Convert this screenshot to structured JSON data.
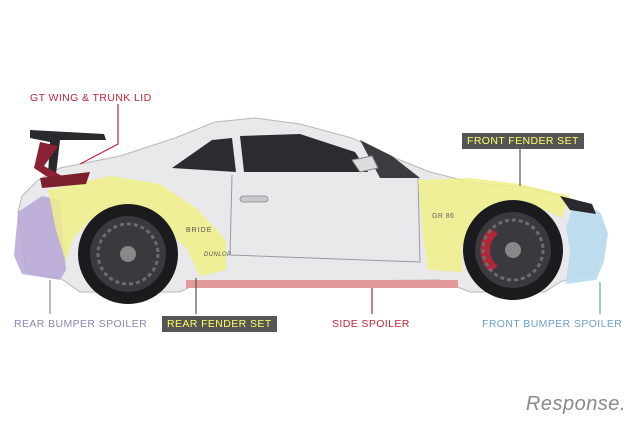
{
  "labels": {
    "gt_wing": "GT WING & TRUNK LID",
    "front_fender": "FRONT FENDER SET",
    "rear_bumper": "REAR BUMPER SPOILER",
    "rear_fender": "REAR FENDER SET",
    "side_spoiler": "SIDE SPOILER",
    "front_bumper": "FRONT BUMPER SPOILER"
  },
  "car_decals": {
    "brand": "BRIDE",
    "tyre": "DUNLOP",
    "model": "GR 86"
  },
  "watermark": "Response.",
  "colors": {
    "gt_wing": "#c0263a",
    "side_spoiler": "#c0263a",
    "front_fender_label_bg": "#555555",
    "front_fender_label_text": "#ffff66",
    "rear_fender_label_bg": "#555555",
    "rear_fender_label_text": "#ffff66",
    "rear_bumper": "#8a86b8",
    "front_bumper": "#6b9fcf",
    "fender_overlay": "#f0f08a",
    "rear_bumper_overlay": "#b7a6d6",
    "front_bumper_overlay": "#b8dcef",
    "side_spoiler_overlay": "#e39a9a"
  }
}
